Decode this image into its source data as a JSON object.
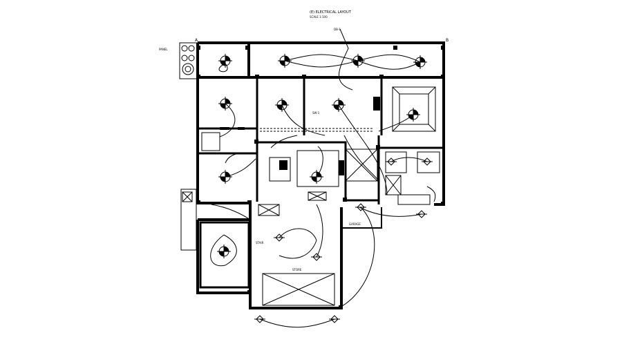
{
  "drawing": {
    "title": "(E) ELECTRICAL LAYOUT",
    "subtitle": "SCALE 1:100",
    "grid_markers": [
      "A",
      "B"
    ],
    "tag_main": "DB-1",
    "tag_side": "PANEL",
    "tag_hall": "SW-1",
    "tag_garage": "GARAGE",
    "tag_store": "STORE",
    "tag_stair": "STAIR"
  },
  "colors": {
    "ink": "#000000",
    "paper": "#ffffff"
  }
}
